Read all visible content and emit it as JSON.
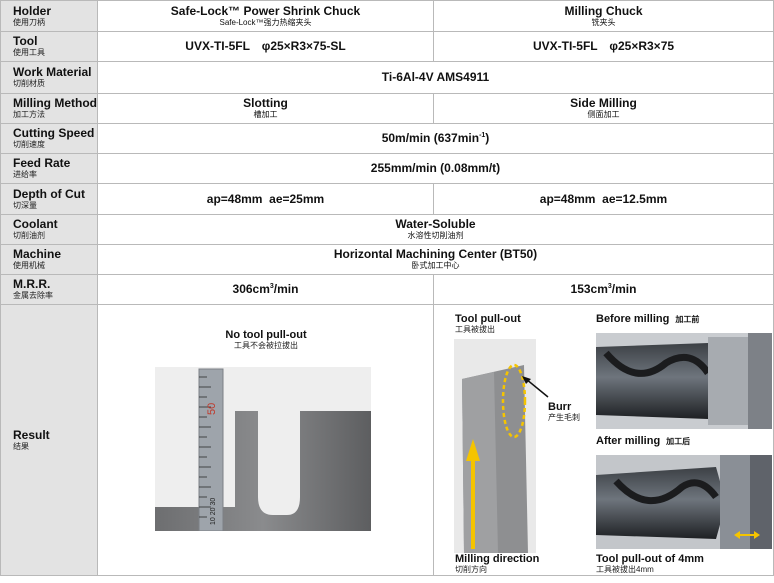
{
  "rows": [
    {
      "label_en": "Holder",
      "label_cn": "使用刀柄",
      "left_main": "Safe-Lock™ Power Shrink Chuck",
      "left_sub": "Safe-Lock™强力热缩夹头",
      "right_main": "Milling Chuck",
      "right_sub": "铣夹头"
    },
    {
      "label_en": "Tool",
      "label_cn": "使用工具",
      "left_main": "UVX-TI-5FL　φ25×R3×75-SL",
      "right_main": "UVX-TI-5FL　φ25×R3×75"
    },
    {
      "label_en": "Work Material",
      "label_cn": "切削材质",
      "main": "Ti-6Al-4V AMS4911"
    },
    {
      "label_en": "Milling Method",
      "label_cn": "加工方法",
      "left_main": "Slotting",
      "left_sub": "槽加工",
      "right_main": "Side Milling",
      "right_sub": "侧面加工"
    },
    {
      "label_en": "Cutting Speed",
      "label_cn": "切削速度",
      "main": "50m/min (637min",
      "main_sup": "-1",
      "main_tail": ")"
    },
    {
      "label_en": "Feed Rate",
      "label_cn": "进给率",
      "main": "255mm/min (0.08mm/t)"
    },
    {
      "label_en": "Depth of Cut",
      "label_cn": "切深量",
      "left_main": "ap=48mm  ae=25mm",
      "right_main": "ap=48mm  ae=12.5mm"
    },
    {
      "label_en": "Coolant",
      "label_cn": "切削油剂",
      "main": "Water-Soluble",
      "sub": "水溶性切削油剂"
    },
    {
      "label_en": "Machine",
      "label_cn": "使用机械",
      "main": "Horizontal Machining Center (BT50)",
      "sub": "卧式加工中心"
    },
    {
      "label_en": "M.R.R.",
      "label_cn": "金属去除率",
      "left_main": "306cm",
      "left_sup": "3",
      "left_tail": "/min",
      "right_main": "153cm",
      "right_sup": "3",
      "right_tail": "/min"
    },
    {
      "label_en": "Result",
      "label_cn": "结果"
    }
  ],
  "result": {
    "left_title": "No tool pull-out",
    "left_title_cn": "工具不会被拉拔出",
    "ruler_number": "50",
    "ruler_bottom_numbers": "10  20  30",
    "pullout_title": "Tool pull-out",
    "pullout_title_cn": "工具被拔出",
    "burr": "Burr",
    "burr_cn": "产生毛刺",
    "milling_direction": "Milling direction",
    "milling_direction_cn": "切削方向",
    "before": "Before milling",
    "before_cn": "加工前",
    "after": "After milling",
    "after_cn": "加工后",
    "pullout_amount": "Tool pull-out of 4mm",
    "pullout_amount_cn": "工具被拔出4mm"
  },
  "colors": {
    "label_bg": "#e3e3e3",
    "border": "#b9b9b9",
    "arrow_yellow": "#f5c400"
  }
}
